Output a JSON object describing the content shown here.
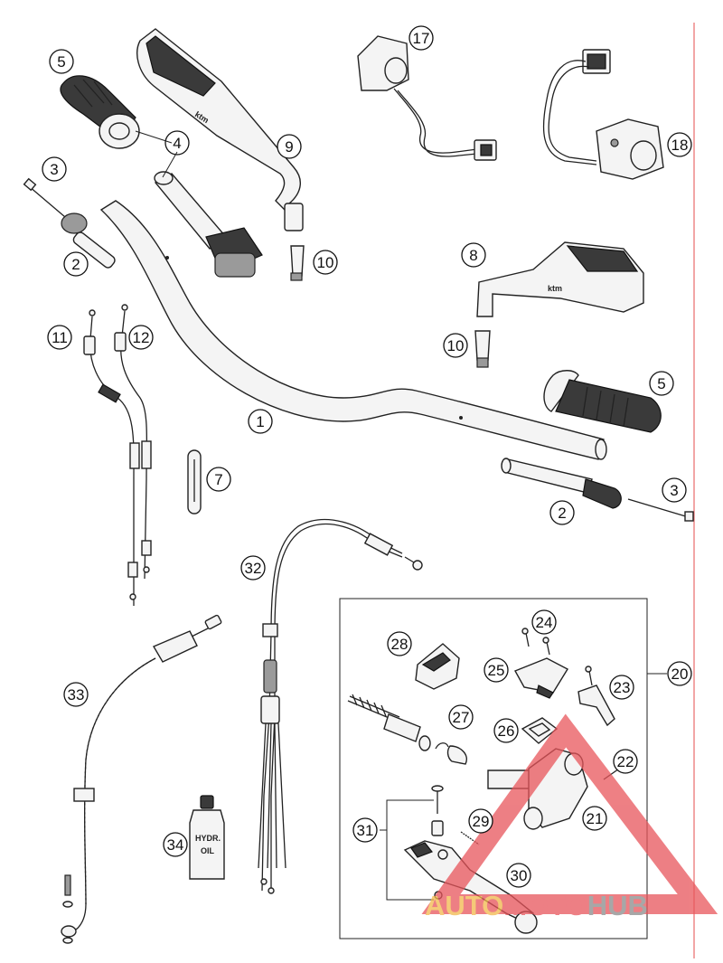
{
  "diagram": {
    "callouts": [
      {
        "id": "c5a",
        "label": "5"
      },
      {
        "id": "c3a",
        "label": "3"
      },
      {
        "id": "c2a",
        "label": "2"
      },
      {
        "id": "c4",
        "label": "4"
      },
      {
        "id": "c9",
        "label": "9"
      },
      {
        "id": "c10a",
        "label": "10"
      },
      {
        "id": "c17",
        "label": "17"
      },
      {
        "id": "c18",
        "label": "18"
      },
      {
        "id": "c8",
        "label": "8"
      },
      {
        "id": "c10b",
        "label": "10"
      },
      {
        "id": "c11",
        "label": "11"
      },
      {
        "id": "c12",
        "label": "12"
      },
      {
        "id": "c1",
        "label": "1"
      },
      {
        "id": "c5b",
        "label": "5"
      },
      {
        "id": "c7",
        "label": "7"
      },
      {
        "id": "c3b",
        "label": "3"
      },
      {
        "id": "c2b",
        "label": "2"
      },
      {
        "id": "c32",
        "label": "32"
      },
      {
        "id": "c33",
        "label": "33"
      },
      {
        "id": "c34",
        "label": "34"
      },
      {
        "id": "c20",
        "label": "20"
      },
      {
        "id": "c24",
        "label": "24"
      },
      {
        "id": "c28",
        "label": "28"
      },
      {
        "id": "c25",
        "label": "25"
      },
      {
        "id": "c23",
        "label": "23"
      },
      {
        "id": "c27",
        "label": "27"
      },
      {
        "id": "c26",
        "label": "26"
      },
      {
        "id": "c22",
        "label": "22"
      },
      {
        "id": "c21",
        "label": "21"
      },
      {
        "id": "c31",
        "label": "31"
      },
      {
        "id": "c29",
        "label": "29"
      },
      {
        "id": "c30",
        "label": "30"
      }
    ],
    "bottle_label_line1": "HYDR.",
    "bottle_label_line2": "OIL",
    "mirror_logo": "ktm"
  },
  "watermark": {
    "word_part1": "AUTO",
    "word_part2": "MOTO",
    "word_part3": "HUB",
    "color_part1": "#f2b84b",
    "color_part2": "#e8555b",
    "color_part3": "#8a8a8a"
  },
  "colors": {
    "margin_line": "#e86a6a",
    "triangle": "#e8555b"
  }
}
